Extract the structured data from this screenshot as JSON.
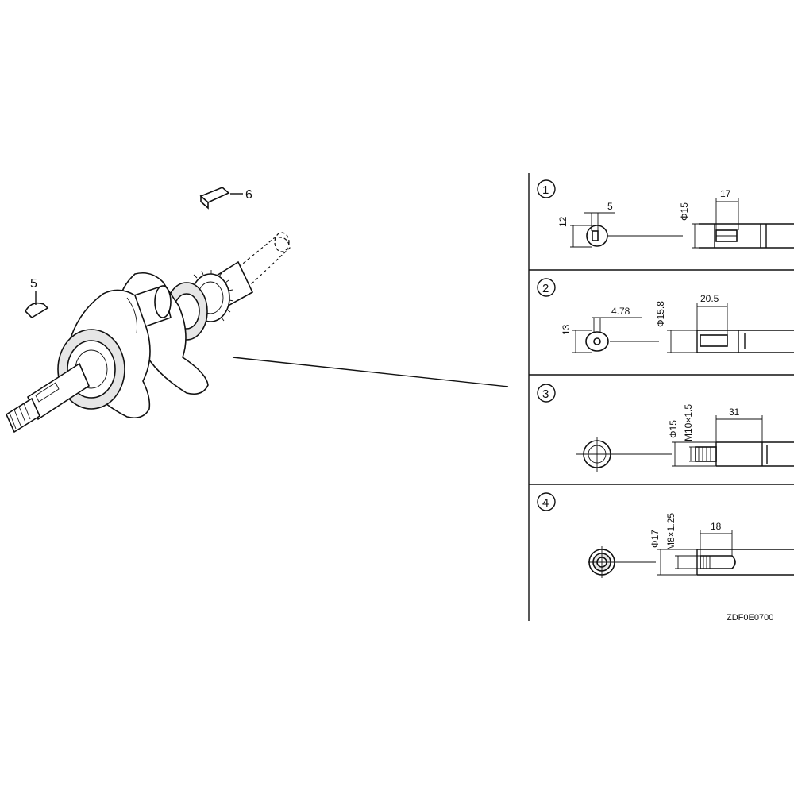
{
  "callouts": {
    "part5": "5",
    "part6": "6"
  },
  "panels": [
    {
      "number": "1",
      "dims": {
        "key_width": "5",
        "key_height": "12",
        "diameter": "Φ15",
        "length": "17"
      }
    },
    {
      "number": "2",
      "dims": {
        "key_width": "4.78",
        "key_height": "13",
        "diameter": "Φ15.8",
        "length": "20.5"
      }
    },
    {
      "number": "3",
      "dims": {
        "diameter": "Φ15",
        "thread": "M10×1.5",
        "length": "31"
      }
    },
    {
      "number": "4",
      "dims": {
        "diameter": "Φ17",
        "thread": "M8×1.25",
        "length": "18"
      }
    }
  ],
  "figure_code": "ZDF0E0700"
}
